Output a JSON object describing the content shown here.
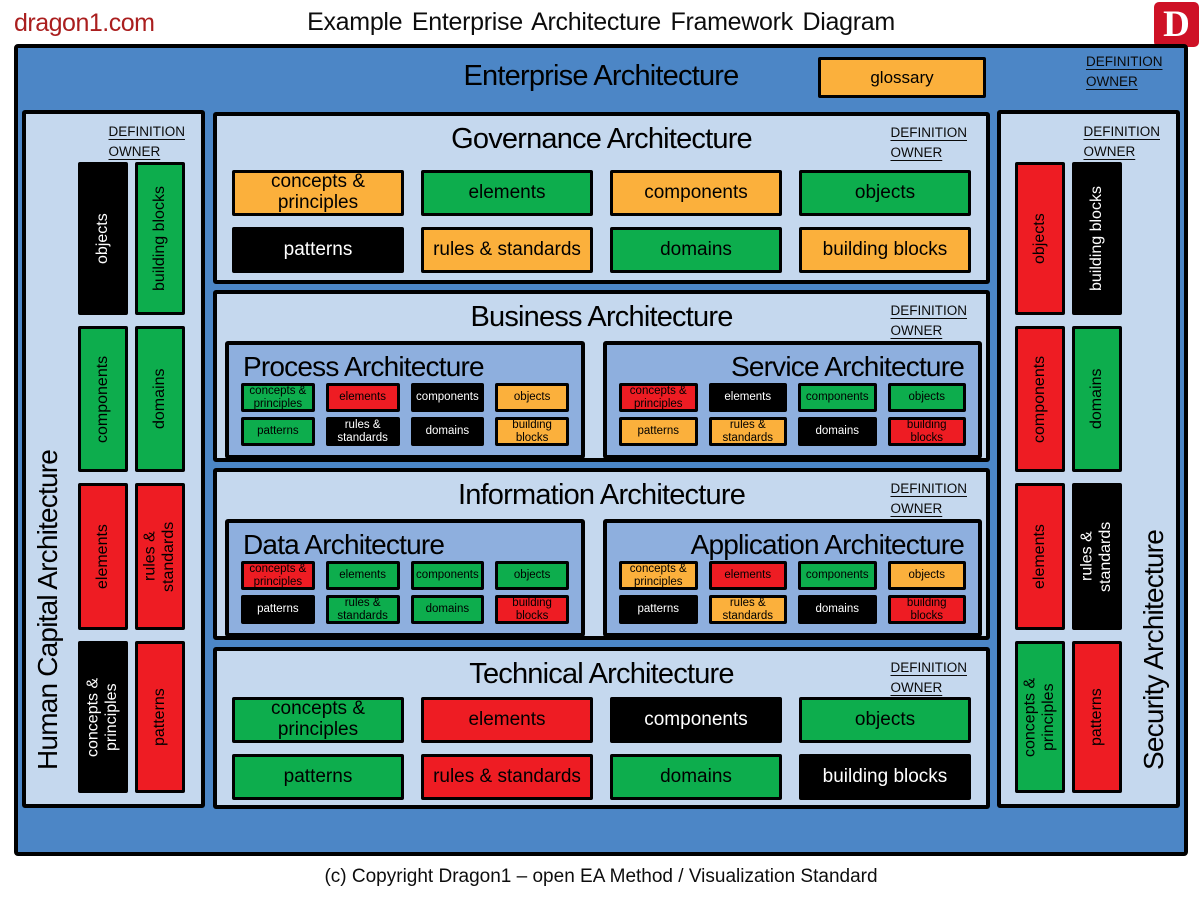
{
  "header": {
    "brand": "dragon1.com",
    "title": "Example Enterprise Architecture Framework Diagram",
    "logo_letter": "D"
  },
  "labels": {
    "definition_owner": "DEFINITION\nOWNER"
  },
  "colors": {
    "frame_blue": "#4C86C6",
    "panel_blue": "#C5D8EE",
    "sub_blue": "#8EAFDE",
    "green": "#0DAD4D",
    "red": "#EE1C23",
    "orange": "#FBB03C",
    "black": "#000000",
    "brand_red": "#AA1E1E",
    "logo_red": "#CE1126"
  },
  "enterprise": {
    "title": "Enterprise Architecture",
    "glossary": "glossary"
  },
  "side_columns": {
    "left": {
      "title": "Human Capital Architecture",
      "boxes": [
        {
          "label": "objects",
          "color": "black"
        },
        {
          "label": "building blocks",
          "color": "green"
        },
        {
          "label": "components",
          "color": "green"
        },
        {
          "label": "domains",
          "color": "green"
        },
        {
          "label": "elements",
          "color": "red"
        },
        {
          "label": "rules &\nstandards",
          "color": "red"
        },
        {
          "label": "concepts &\nprinciples",
          "color": "black"
        },
        {
          "label": "patterns",
          "color": "red"
        }
      ]
    },
    "right": {
      "title": "Security Architecture",
      "boxes": [
        {
          "label": "objects",
          "color": "red"
        },
        {
          "label": "building blocks",
          "color": "black"
        },
        {
          "label": "components",
          "color": "red"
        },
        {
          "label": "domains",
          "color": "green"
        },
        {
          "label": "elements",
          "color": "red"
        },
        {
          "label": "rules &\nstandards",
          "color": "black"
        },
        {
          "label": "concepts &\nprinciples",
          "color": "green"
        },
        {
          "label": "patterns",
          "color": "red"
        }
      ]
    }
  },
  "sections": {
    "governance": {
      "title": "Governance Architecture",
      "boxes": [
        {
          "label": "concepts &\nprinciples",
          "color": "orange"
        },
        {
          "label": "elements",
          "color": "green"
        },
        {
          "label": "components",
          "color": "orange"
        },
        {
          "label": "objects",
          "color": "green"
        },
        {
          "label": "patterns",
          "color": "black"
        },
        {
          "label": "rules & standards",
          "color": "orange"
        },
        {
          "label": "domains",
          "color": "green"
        },
        {
          "label": "building blocks",
          "color": "orange"
        }
      ]
    },
    "business": {
      "title": "Business Architecture",
      "process": {
        "title": "Process Architecture",
        "boxes": [
          {
            "label": "concepts &\nprinciples",
            "color": "green"
          },
          {
            "label": "elements",
            "color": "red"
          },
          {
            "label": "components",
            "color": "black"
          },
          {
            "label": "objects",
            "color": "orange"
          },
          {
            "label": "patterns",
            "color": "green"
          },
          {
            "label": "rules &\nstandards",
            "color": "black"
          },
          {
            "label": "domains",
            "color": "black"
          },
          {
            "label": "building\nblocks",
            "color": "orange"
          }
        ]
      },
      "service": {
        "title": "Service Architecture",
        "boxes": [
          {
            "label": "concepts &\nprinciples",
            "color": "red"
          },
          {
            "label": "elements",
            "color": "black"
          },
          {
            "label": "components",
            "color": "green"
          },
          {
            "label": "objects",
            "color": "green"
          },
          {
            "label": "patterns",
            "color": "orange"
          },
          {
            "label": "rules &\nstandards",
            "color": "orange"
          },
          {
            "label": "domains",
            "color": "black"
          },
          {
            "label": "building\nblocks",
            "color": "red"
          }
        ]
      }
    },
    "information": {
      "title": "Information Architecture",
      "data_arch": {
        "title": "Data Architecture",
        "boxes": [
          {
            "label": "concepts &\nprinciples",
            "color": "red"
          },
          {
            "label": "elements",
            "color": "green"
          },
          {
            "label": "components",
            "color": "green"
          },
          {
            "label": "objects",
            "color": "green"
          },
          {
            "label": "patterns",
            "color": "black"
          },
          {
            "label": "rules &\nstandards",
            "color": "green"
          },
          {
            "label": "domains",
            "color": "green"
          },
          {
            "label": "building\nblocks",
            "color": "red"
          }
        ]
      },
      "application": {
        "title": "Application Architecture",
        "boxes": [
          {
            "label": "concepts &\nprinciples",
            "color": "orange"
          },
          {
            "label": "elements",
            "color": "red"
          },
          {
            "label": "components",
            "color": "green"
          },
          {
            "label": "objects",
            "color": "orange"
          },
          {
            "label": "patterns",
            "color": "black"
          },
          {
            "label": "rules &\nstandards",
            "color": "orange"
          },
          {
            "label": "domains",
            "color": "black"
          },
          {
            "label": "building\nblocks",
            "color": "red"
          }
        ]
      }
    },
    "technical": {
      "title": "Technical Architecture",
      "boxes": [
        {
          "label": "concepts &\nprinciples",
          "color": "green"
        },
        {
          "label": "elements",
          "color": "red"
        },
        {
          "label": "components",
          "color": "black"
        },
        {
          "label": "objects",
          "color": "green"
        },
        {
          "label": "patterns",
          "color": "green"
        },
        {
          "label": "rules & standards",
          "color": "red"
        },
        {
          "label": "domains",
          "color": "green"
        },
        {
          "label": "building blocks",
          "color": "black"
        }
      ]
    }
  },
  "footer": {
    "copyright": "(c) Copyright Dragon1 – open EA Method / Visualization Standard"
  }
}
